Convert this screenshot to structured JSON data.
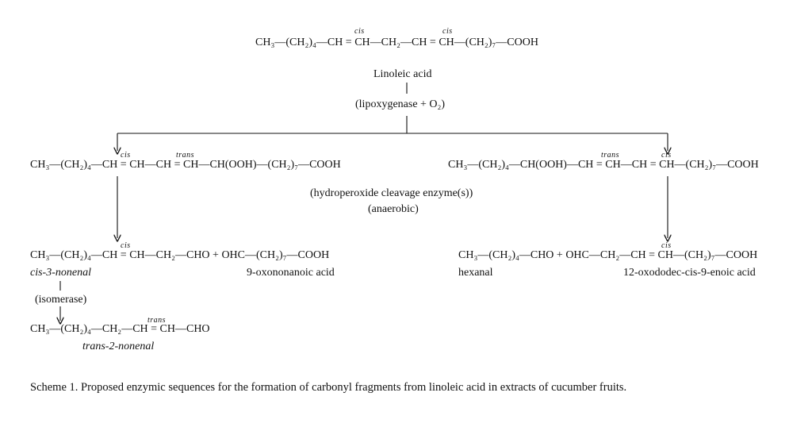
{
  "top_formula": "CH₃—(CH₂)₄—CH = CH—CH₂—CH = CH—(CH₂)₇—COOH",
  "top_cis_a": "cis",
  "top_cis_b": "cis",
  "linoleic_name": "Linoleic acid",
  "lipoxygenase": "(lipoxygenase + O₂)",
  "left_formula": "CH₃—(CH₂)₄—CH = CH—CH = CH—CH(OOH)—(CH₂)₇—COOH",
  "left_cis": "cis",
  "left_trans": "trans",
  "right_formula": "CH₃—(CH₂)₄—CH(OOH)—CH = CH—CH = CH—(CH₂)₇—COOH",
  "right_trans": "trans",
  "right_cis": "cis",
  "cleavage": "(hydroperoxide cleavage enzyme(s))",
  "anaerobic": "(anaerobic)",
  "left_products": "CH₃—(CH₂)₄—CH = CH—CH₂—CHO + OHC—(CH₂)₇—COOH",
  "left_products_cis": "cis",
  "right_products": "CH₃—(CH₂)₄—CHO + OHC—CH₂—CH = CH—(CH₂)₇—COOH",
  "right_products_cis": "cis",
  "name_cis3": "cis-3-nonenal",
  "name_9oxo": "9-oxononanoic acid",
  "name_hexanal": "hexanal",
  "name_12oxo": "12-oxododec-cis-9-enoic acid",
  "isomerase": "(isomerase)",
  "final_formula": "CH₃—(CH₂)₄—CH₂—CH = CH—CHO",
  "final_trans": "trans",
  "name_trans2": "trans-2-nonenal",
  "caption": "Scheme 1. Proposed enzymic sequences for the formation of carbonyl fragments from linoleic acid in extracts of cucumber fruits."
}
